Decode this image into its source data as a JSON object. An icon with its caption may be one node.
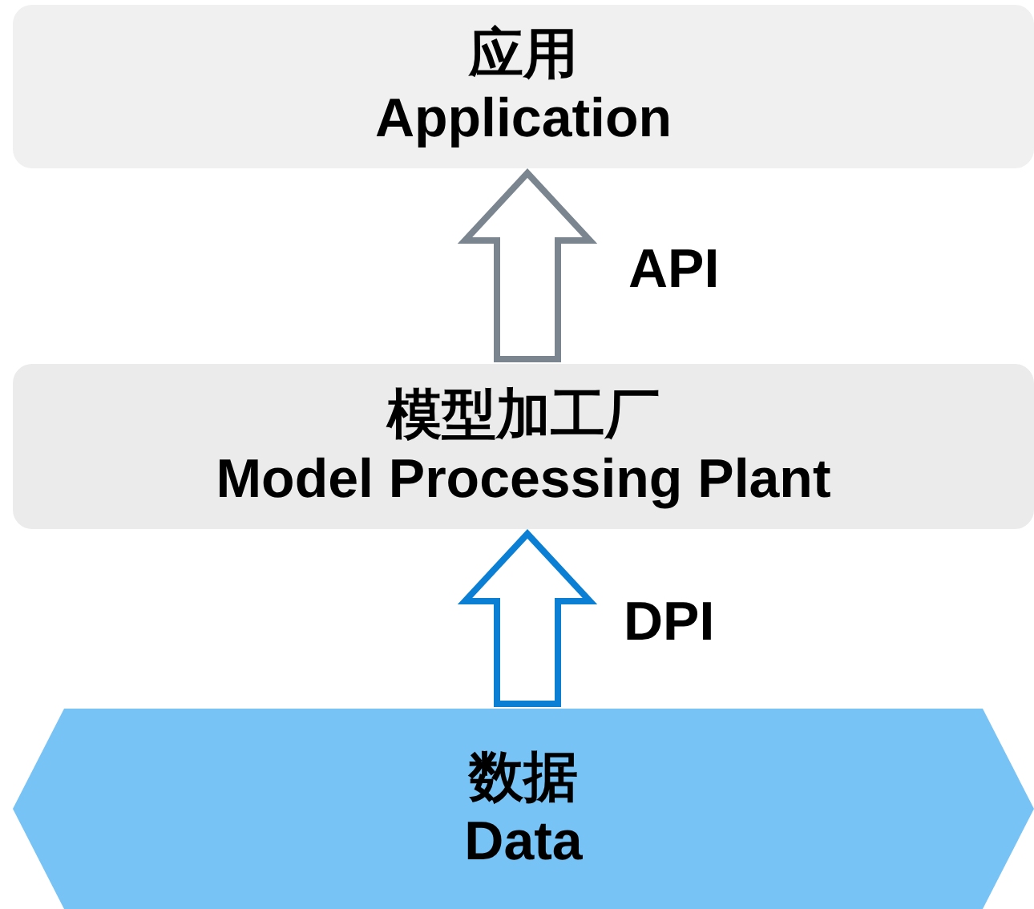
{
  "diagram": {
    "nodes": [
      {
        "text": [
          "应用",
          "Application"
        ]
      },
      {
        "text": [
          "模型加工厂",
          "Model Processing Plant"
        ]
      },
      {
        "text": [
          "数据",
          "Data"
        ]
      }
    ],
    "edges": [
      {
        "from": 2,
        "to": 1,
        "arrow": "to",
        "label": "DPI",
        "color": "#0a7fd4"
      },
      {
        "from": 1,
        "to": 0,
        "arrow": "to",
        "label": "API",
        "color": "#7a8590"
      }
    ]
  }
}
